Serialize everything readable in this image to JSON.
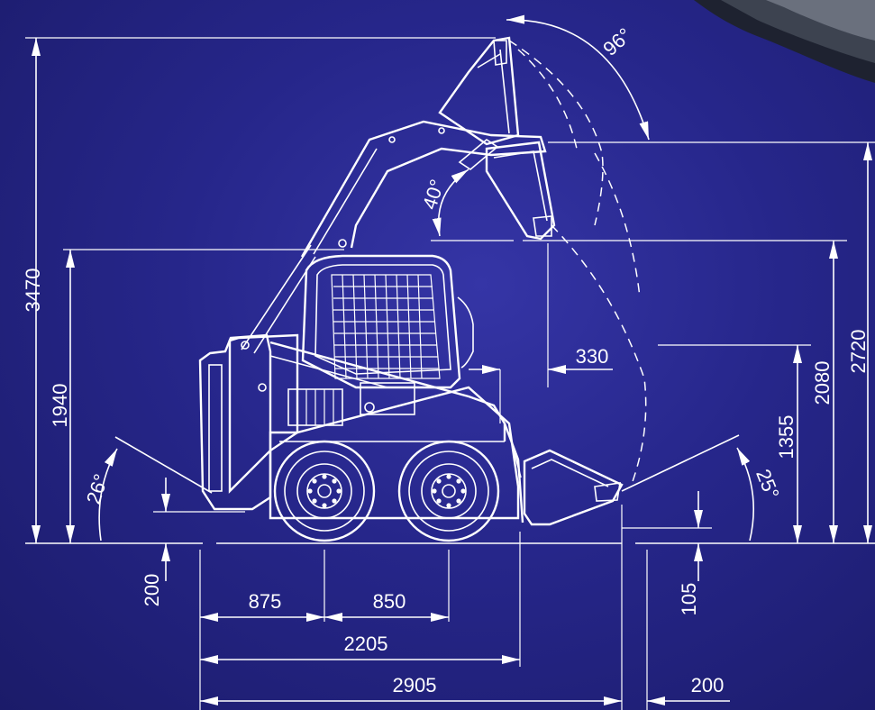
{
  "dimensions": {
    "overall_height": "3470",
    "bucket_pivot_height": "1940",
    "ground_clearance": "200",
    "wheelbase_rear": "875",
    "wheelbase_front": "850",
    "length_no_bucket": "2205",
    "length_with_bucket": "2905",
    "dump_reach": "330",
    "dump_height": "2080",
    "dump_reach_height": "1355",
    "hinge_pin_height": "2720",
    "bucket_drop_depth": "105",
    "bucket_offset": "200"
  },
  "angles": {
    "rollback_angle": "96°",
    "dump_angle": "40°",
    "departure_angle": "26°",
    "approach_angle": "25°"
  },
  "colors": {
    "background": "#26268a",
    "line": "#ffffff"
  }
}
